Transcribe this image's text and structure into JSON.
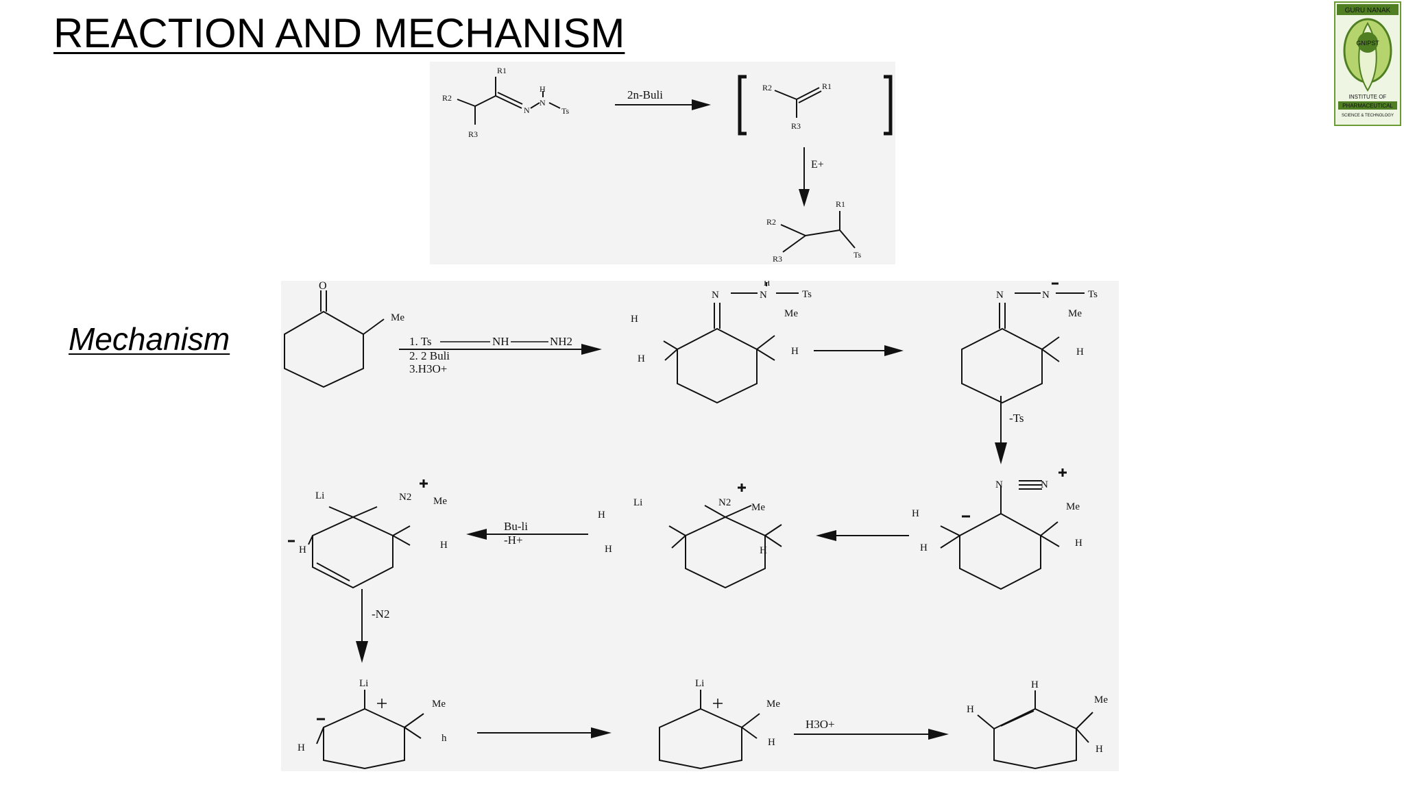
{
  "slide": {
    "title": "REACTION AND MECHANISM",
    "subtitle": "Mechanism"
  },
  "logo": {
    "top_text": "GURU NANAK",
    "badge": "GNIPST",
    "line1": "INSTITUTE OF",
    "line2": "PHARMACEUTICAL",
    "line3": "SCIENCE & TECHNOLOGY"
  },
  "general_reaction": {
    "reagent": "2n-Buli",
    "electrophile": "E+",
    "labels": {
      "r1": "R1",
      "r2": "R2",
      "r3": "R3",
      "n": "N",
      "h": "H",
      "ts": "Ts"
    }
  },
  "mechanism": {
    "step1_reagents": [
      "1. Ts",
      "NH",
      "NH2",
      "2. 2 Buli",
      "3.H3O+"
    ],
    "minus_ts": "-Ts",
    "bu_li": "Bu-li",
    "minus_h": "-H+",
    "minus_n2": "-N2",
    "h3o": "H3O+",
    "atoms": {
      "o": "O",
      "me": "Me",
      "h": "H",
      "li": "Li",
      "n2": "N2",
      "n": "N",
      "ts": "Ts",
      "h_lower": "h"
    }
  },
  "colors": {
    "panel": "#f3f3f3",
    "logo_green": "#6a9a32"
  }
}
